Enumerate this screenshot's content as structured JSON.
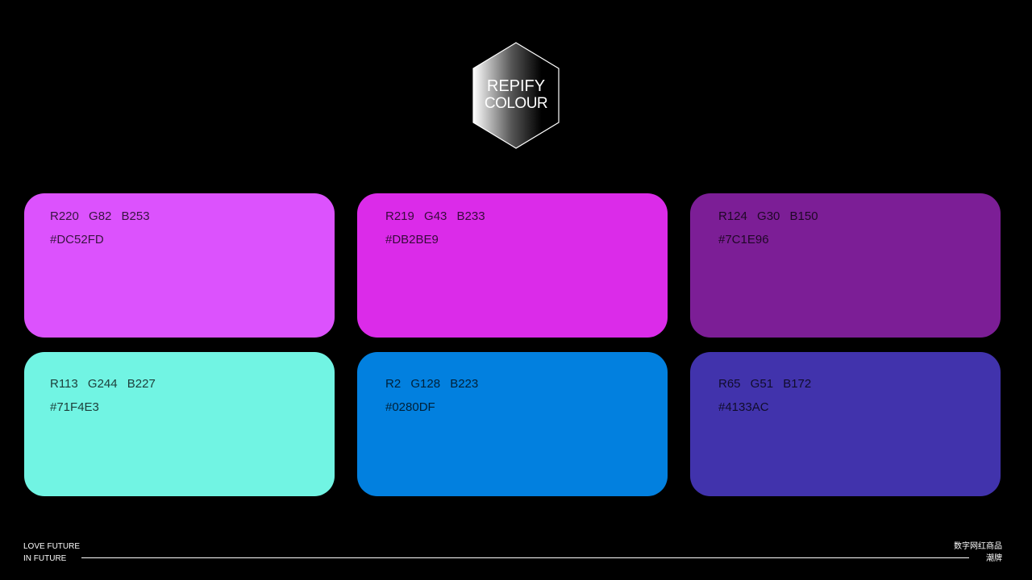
{
  "logo": {
    "line1": "REPIFY",
    "line2": "COLOUR"
  },
  "swatches": [
    {
      "rgb": "R220  G82  B253",
      "hex": "#DC52FD",
      "color": "#DC52FD"
    },
    {
      "rgb": "R219  G43  B233",
      "hex": "#DB2BE9",
      "color": "#DB2BE9"
    },
    {
      "rgb": "R124  G30  B150",
      "hex": "#7C1E96",
      "color": "#7C1E96"
    },
    {
      "rgb": "R113  G244  B227",
      "hex": "#71F4E3",
      "color": "#71F4E3"
    },
    {
      "rgb": "R2  G128  B223",
      "hex": "#0280DF",
      "color": "#0280DF"
    },
    {
      "rgb": "R65  G51  B172",
      "hex": "#4133AC",
      "color": "#4133AC"
    }
  ],
  "footer": {
    "left_line1": "LOVE FUTURE",
    "left_line2": "IN FUTURE",
    "right_line1": "数字网红商品",
    "right_line2": "潮牌"
  }
}
